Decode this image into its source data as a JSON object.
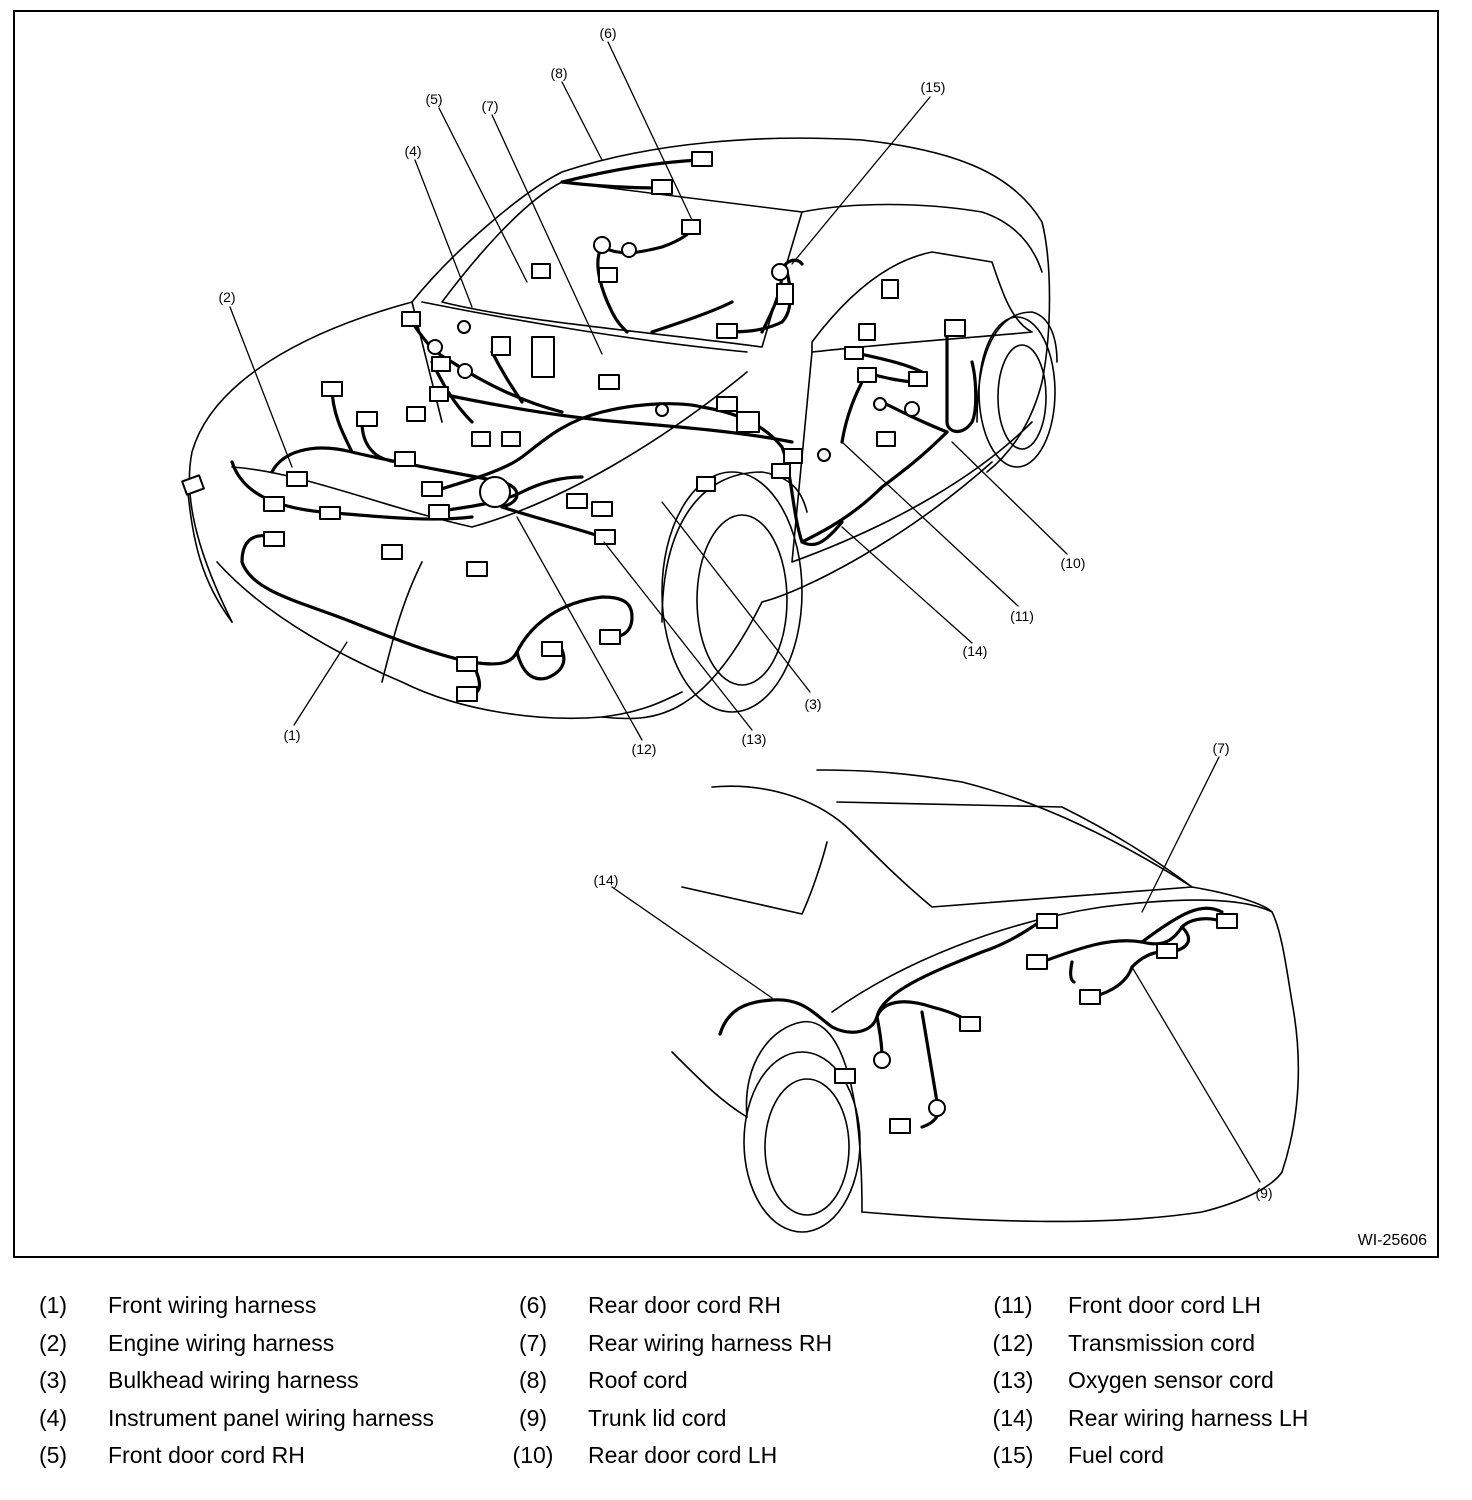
{
  "figure_id": "WI-25606",
  "callouts_top": [
    {
      "id": "c6",
      "text": "(6)"
    },
    {
      "id": "c8",
      "text": "(8)"
    },
    {
      "id": "c5",
      "text": "(5)"
    },
    {
      "id": "c7",
      "text": "(7)"
    },
    {
      "id": "c4",
      "text": "(4)"
    },
    {
      "id": "c15",
      "text": "(15)"
    },
    {
      "id": "c2",
      "text": "(2)"
    },
    {
      "id": "c10",
      "text": "(10)"
    },
    {
      "id": "c11",
      "text": "(11)"
    },
    {
      "id": "c14",
      "text": "(14)"
    },
    {
      "id": "c3",
      "text": "(3)"
    },
    {
      "id": "c1",
      "text": "(1)"
    },
    {
      "id": "c12",
      "text": "(12)"
    },
    {
      "id": "c13",
      "text": "(13)"
    }
  ],
  "callouts_bottom": [
    {
      "id": "c7b",
      "text": "(7)"
    },
    {
      "id": "c14b",
      "text": "(14)"
    },
    {
      "id": "c9",
      "text": "(9)"
    }
  ],
  "legend": {
    "columns": [
      [
        {
          "num": "(1)",
          "label": "Front wiring harness"
        },
        {
          "num": "(2)",
          "label": "Engine wiring harness"
        },
        {
          "num": "(3)",
          "label": "Bulkhead wiring harness"
        },
        {
          "num": "(4)",
          "label": "Instrument panel wiring harness"
        },
        {
          "num": "(5)",
          "label": "Front door cord RH"
        }
      ],
      [
        {
          "num": "(6)",
          "label": "Rear door cord RH"
        },
        {
          "num": "(7)",
          "label": "Rear wiring harness RH"
        },
        {
          "num": "(8)",
          "label": "Roof cord"
        },
        {
          "num": "(9)",
          "label": "Trunk lid cord"
        },
        {
          "num": "(10)",
          "label": "Rear door cord LH"
        }
      ],
      [
        {
          "num": "(11)",
          "label": "Front door cord LH"
        },
        {
          "num": "(12)",
          "label": "Transmission cord"
        },
        {
          "num": "(13)",
          "label": "Oxygen sensor cord"
        },
        {
          "num": "(14)",
          "label": "Rear wiring harness LH"
        },
        {
          "num": "(15)",
          "label": "Fuel cord"
        }
      ]
    ]
  }
}
